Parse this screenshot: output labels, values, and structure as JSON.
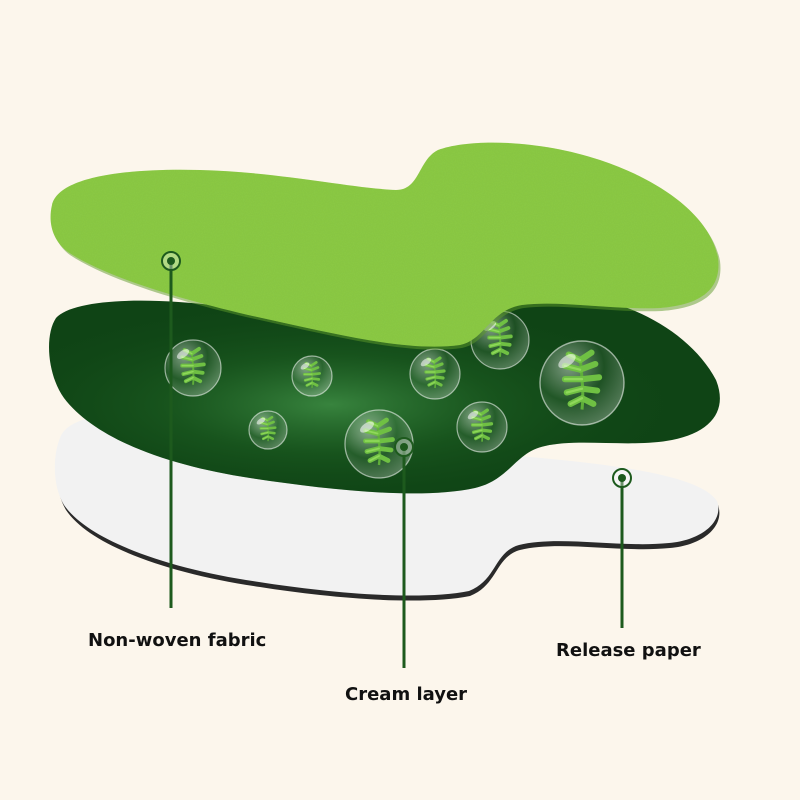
{
  "labels": {
    "non_woven_fabric": "Non-woven fabric",
    "cream_layer": "Cream layer",
    "release_paper": "Release paper"
  },
  "colors": {
    "background": "#fcf6ec",
    "fabric_green": "#8ccb45",
    "cream_dark_green": "#0f4415",
    "release_white": "#f2f2f2",
    "release_edge": "#2a2a2a",
    "leader_line": "#1d5a1d"
  },
  "icons": {
    "herb": "herb-leaf-icon",
    "bubble": "bubble-icon",
    "marker": "target-marker-icon"
  }
}
